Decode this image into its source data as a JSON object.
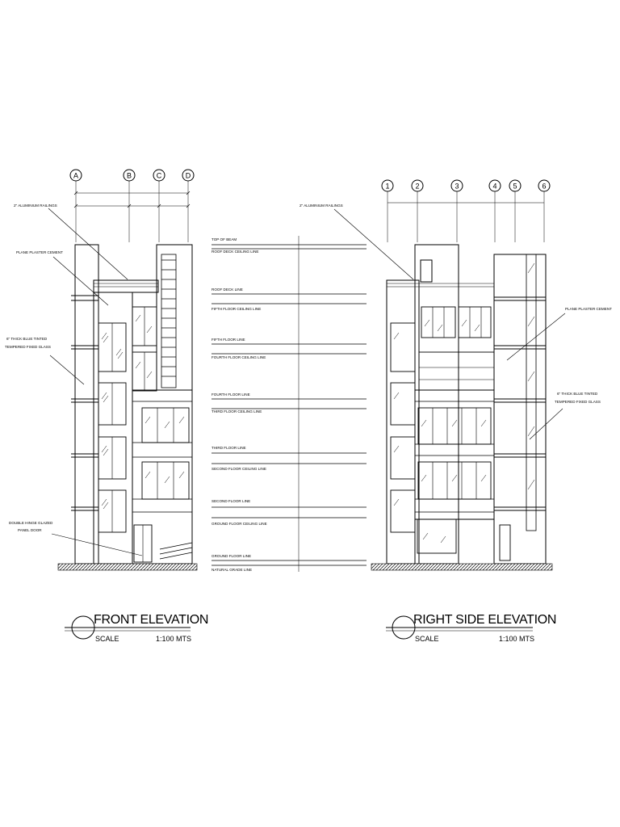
{
  "front": {
    "grid_labels": [
      "A",
      "B",
      "C",
      "D"
    ],
    "notes": {
      "railings": "2\" ALUMINIUM RAILINGS",
      "plaster": "PLANE PLASTER CEMENT",
      "glass_line1": "6\" THICK BLUE TINTED",
      "glass_line2": "TEMPERED FIXED GLASS",
      "door_line1": "DOUBLE HINGE GLAZED",
      "door_line2": "PANEL DOOR"
    },
    "title": "FRONT ELEVATION",
    "scale_label": "SCALE",
    "scale_value": "1:100 MTS"
  },
  "side": {
    "grid_labels": [
      "1",
      "2",
      "3",
      "4",
      "5",
      "6"
    ],
    "notes": {
      "railings": "2\" ALUMINIUM RAILINGS",
      "plaster": "PLANE PLASTER CEMENT",
      "glass_line1": "6\" THICK BLUE TINTED",
      "glass_line2": "TEMPERED FIXED GLASS"
    },
    "title": "RIGHT SIDE ELEVATION",
    "scale_label": "SCALE",
    "scale_value": "1:100 MTS"
  },
  "levels": [
    "TOP OF BEAM",
    "ROOF DECK CEILING LINE",
    "ROOF DECK LINE",
    "FIFTH FLOOR CEILING LINE",
    "FIFTH FLOOR LINE",
    "FOURTH FLOOR CEILING LINE",
    "FOURTH FLOOR LINE",
    "THIRD FLOOR CEILING LINE",
    "THIRD FLOOR LINE",
    "SECOND FLOOR CEILING LINE",
    "SECOND FLOOR LINE",
    "GROUND FLOOR CEILING LINE",
    "GROUND FLOOR LINE",
    "NATURAL GRADE LINE"
  ]
}
